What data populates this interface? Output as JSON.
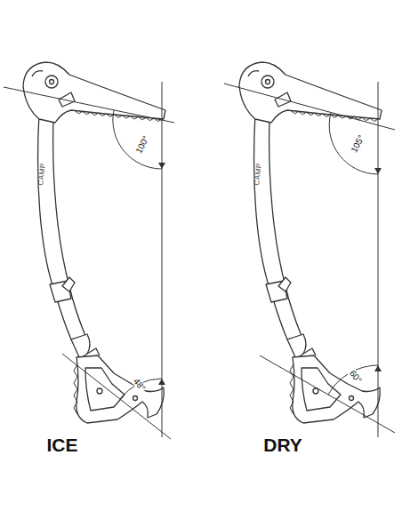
{
  "diagram": {
    "labels": [
      "CAMP",
      "100°",
      "48°",
      "ICE",
      "CAMP",
      "105°",
      "60°",
      "DRY"
    ]
  }
}
